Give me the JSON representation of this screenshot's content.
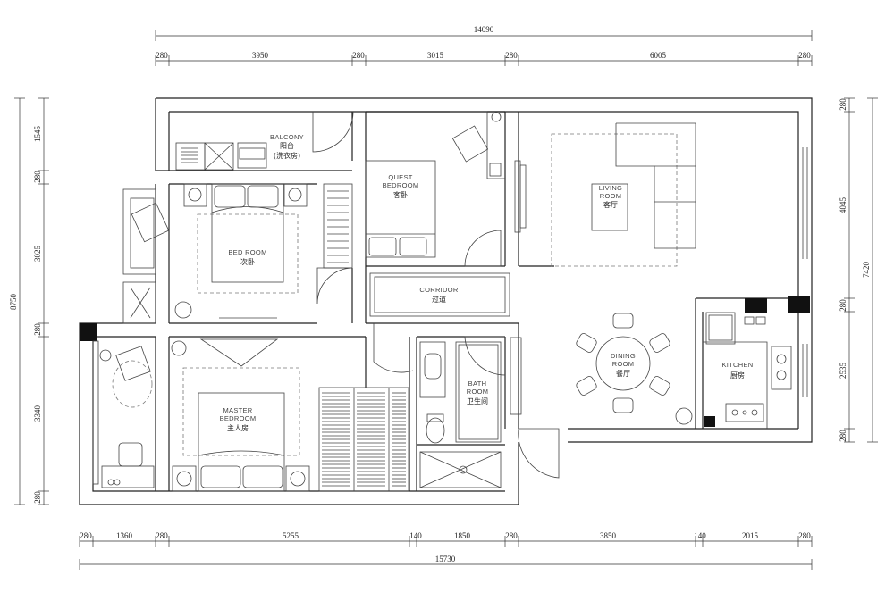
{
  "dimensions": {
    "top_total": "14090",
    "top_segments": [
      "280",
      "3950",
      "280",
      "3015",
      "280",
      "6005",
      "280"
    ],
    "bottom_total": "15730",
    "bottom_segments": [
      "280",
      "1360",
      "280",
      "5255",
      "140",
      "1850",
      "280",
      "3850",
      "140",
      "2015",
      "280"
    ],
    "left_total": "8750",
    "left_segments": [
      "1545",
      "280",
      "3025",
      "280",
      "3340",
      "280"
    ],
    "right_total": "7420",
    "right_segments": [
      "280",
      "4045",
      "280",
      "2535",
      "280"
    ]
  },
  "rooms": {
    "balcony": {
      "en": "BALCONY",
      "cn1": "阳台",
      "cn2": "(洗衣房)"
    },
    "guest_bedroom": {
      "en1": "QUEST",
      "en2": "BEDROOM",
      "cn": "客卧"
    },
    "living_room": {
      "en1": "LIVING",
      "en2": "ROOM",
      "cn": "客厅"
    },
    "bed_room": {
      "en": "BED ROOM",
      "cn": "次卧"
    },
    "corridor": {
      "en": "CORRIDOR",
      "cn": "过道"
    },
    "dining_room": {
      "en1": "DINING",
      "en2": "ROOM",
      "cn": "餐厅"
    },
    "kitchen": {
      "en": "KITCHEN",
      "cn": "厨房"
    },
    "bath_room": {
      "en1": "BATH",
      "en2": "ROOM",
      "cn": "卫生间"
    },
    "master_bedroom": {
      "en1": "MASTER",
      "en2": "BEDROOM",
      "cn": "主人房"
    }
  }
}
